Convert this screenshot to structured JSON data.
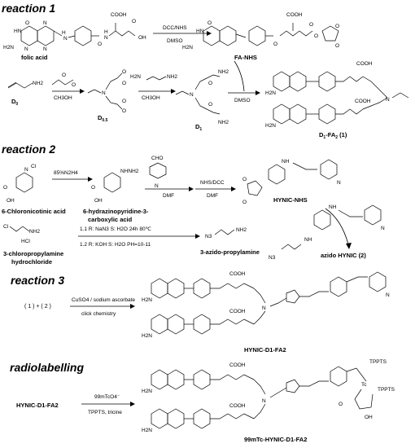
{
  "sections": {
    "reaction1": "reaction 1",
    "reaction2": "reaction 2",
    "reaction3": "reaction 3",
    "radiolabelling": "radiolabelling"
  },
  "reaction1": {
    "folic_acid": "folic acid",
    "reagent1": "DCC/NHS",
    "solvent1": "DMSO",
    "fa_nhs": "FA-NHS",
    "d0": "D",
    "d0_sub": "0",
    "d05": "D",
    "d05_sub": "0.5",
    "d1": "D",
    "d1_sub": "1",
    "meoh1": "CH3OH",
    "meoh2": "CH3OH",
    "dmso2": "DMSO",
    "product": "D1-FA2 (1)",
    "product_main": "D",
    "product_sub1": "1",
    "product_mid": "-FA",
    "product_sub2": "2",
    "product_tail": " (1)"
  },
  "reaction2": {
    "sm1": "6-Chloronicotinic acid",
    "reag1": "85%N2H4",
    "int1_line1": "6-hydrazinopyridine-3-",
    "int1_line2": "carboxylic acid",
    "dmf1": "DMF",
    "nhsdcc": "NHS/DCC",
    "dmf2": "DMF",
    "hynic_nhs": "HYNIC-NHS",
    "cond1": "1.1  R: NaN3   S: H2O  24h  80℃",
    "cond2": "1.2  R: KOH  S: H2O  PH=10-11",
    "hcl": "HCl",
    "sm2_line1": "3-chloropropylamine",
    "sm2_line2": "hydrochloride",
    "azido_amine": "3-azido-propylamine",
    "product": "azido HYNIC (2)"
  },
  "reaction3": {
    "reactants": "( 1 ) + ( 2 )",
    "reag": "CuSO4 / sodium ascorbate",
    "cond": "click chemistry",
    "product": "HYNIC-D1-FA2"
  },
  "radiolabelling": {
    "sm": "HYNIC-D1-FA2",
    "reag": "99mTcO4⁻",
    "cond": "TPPTS, tricine",
    "product": "99mTc-HYNIC-D1-FA2",
    "tpptS1": "TPPTS",
    "tpptS2": "TPPTS",
    "tc": "Tc"
  },
  "atoms": {
    "O": "O",
    "N": "N",
    "H": "H",
    "HN": "HN",
    "NH": "NH",
    "NH2": "NH2",
    "H2N": "H2N",
    "OH": "OH",
    "COOH": "COOH",
    "Cl": "Cl",
    "CHO": "CHO",
    "N3": "N3",
    "HNHN": "H2N",
    "NHNH2": "NHNH2"
  }
}
